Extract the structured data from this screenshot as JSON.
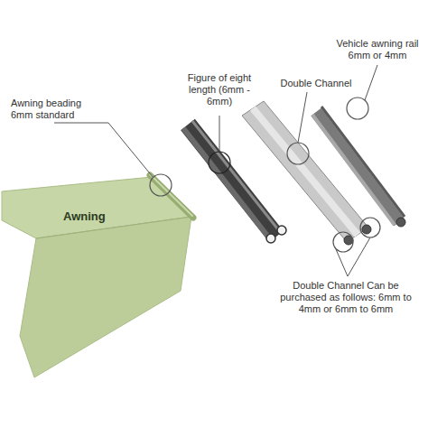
{
  "diagram": {
    "labels": [
      "Awning beading 6mm standard",
      "Awning",
      "Figure of eight length (6mm - 6mm)",
      "Double Channel",
      "Vehicle awning rail 6mm or 4mm",
      "Double Channel Can be purchased as follows: 6mm to 4mm or 6mm to 6mm"
    ]
  }
}
